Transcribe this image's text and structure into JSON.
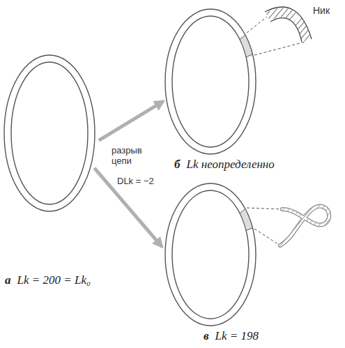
{
  "diagram": {
    "nodes": [
      {
        "text": [
          "а",
          "Lk = 200 = Lk₀"
        ]
      },
      {
        "text": [
          "б",
          "Lk неопределенно"
        ]
      },
      {
        "text": [
          "в",
          "Lk = 198"
        ]
      }
    ],
    "edges": [
      {
        "from": 0,
        "to": 1,
        "arrow": "to",
        "label": "разрыв цепи"
      },
      {
        "from": 0,
        "to": 2,
        "arrow": "to",
        "label": "DLk = −2"
      }
    ],
    "labels": [
      "Ник"
    ]
  }
}
